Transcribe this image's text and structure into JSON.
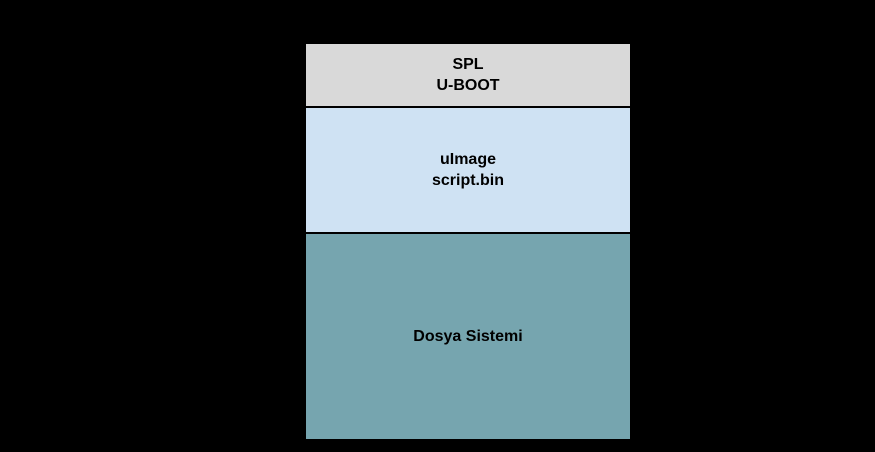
{
  "page": {
    "background_color": "#000000",
    "text_color": "#000000",
    "border_color": "#000000"
  },
  "diagram": {
    "description": "vertical-partition-stack",
    "sections": [
      {
        "id": "spl-uboot",
        "lines": [
          "SPL",
          "U-BOOT"
        ],
        "color": "#d9d9d9"
      },
      {
        "id": "uimage-scriptbin",
        "lines": [
          "uImage",
          "script.bin"
        ],
        "color": "#cfe2f3"
      },
      {
        "id": "dosya-sistemi",
        "lines": [
          "Dosya Sistemi"
        ],
        "color": "#76a5af"
      }
    ]
  }
}
